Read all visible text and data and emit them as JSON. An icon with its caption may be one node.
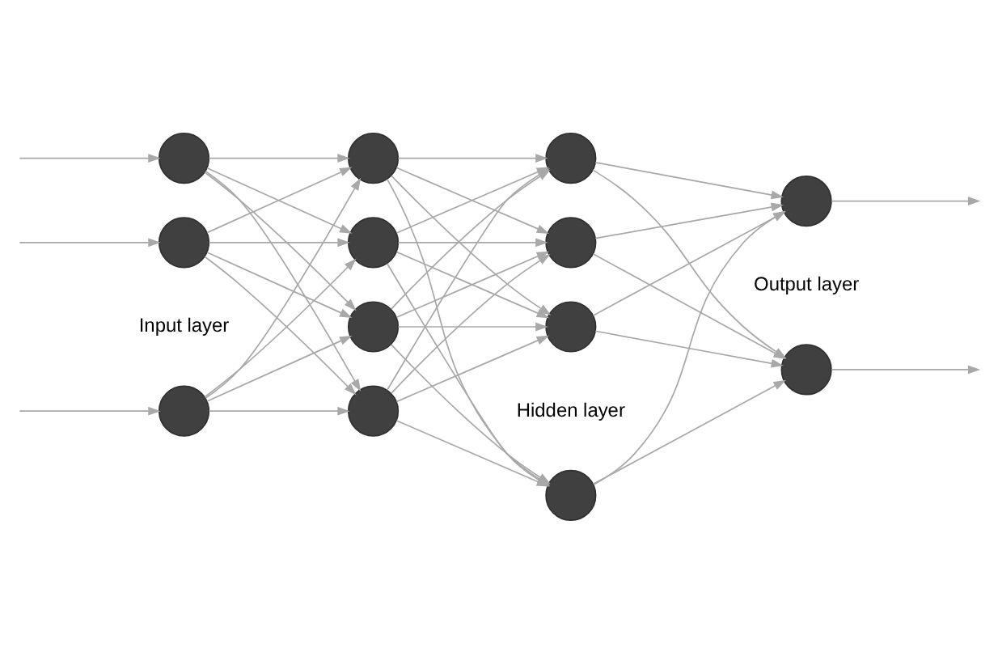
{
  "diagram": {
    "nodes": [
      {
        "text": [],
        "shape": "circle"
      },
      {
        "text": [],
        "shape": "circle"
      },
      {
        "text": [],
        "shape": "circle"
      },
      {
        "text": [],
        "shape": "circle"
      },
      {
        "text": [],
        "shape": "circle"
      },
      {
        "text": [],
        "shape": "circle"
      },
      {
        "text": [],
        "shape": "circle"
      },
      {
        "text": [],
        "shape": "circle"
      },
      {
        "text": [],
        "shape": "circle"
      },
      {
        "text": [],
        "shape": "circle"
      },
      {
        "text": [],
        "shape": "circle"
      },
      {
        "text": [],
        "shape": "circle"
      },
      {
        "text": [],
        "shape": "circle"
      }
    ],
    "edges": [
      {
        "from": null,
        "to": 0,
        "arrow": "to"
      },
      {
        "from": null,
        "to": 1,
        "arrow": "to"
      },
      {
        "from": null,
        "to": 2,
        "arrow": "to"
      },
      {
        "from": 0,
        "to": 3,
        "arrow": "to"
      },
      {
        "from": 0,
        "to": 4,
        "arrow": "to"
      },
      {
        "from": 0,
        "to": 5,
        "arrow": "to"
      },
      {
        "from": 0,
        "to": 6,
        "arrow": "to"
      },
      {
        "from": 1,
        "to": 3,
        "arrow": "to"
      },
      {
        "from": 1,
        "to": 4,
        "arrow": "to"
      },
      {
        "from": 1,
        "to": 5,
        "arrow": "to"
      },
      {
        "from": 1,
        "to": 6,
        "arrow": "to"
      },
      {
        "from": 2,
        "to": 3,
        "arrow": "to"
      },
      {
        "from": 2,
        "to": 4,
        "arrow": "to"
      },
      {
        "from": 2,
        "to": 5,
        "arrow": "to"
      },
      {
        "from": 2,
        "to": 6,
        "arrow": "to"
      },
      {
        "from": 3,
        "to": 7,
        "arrow": "to"
      },
      {
        "from": 3,
        "to": 8,
        "arrow": "to"
      },
      {
        "from": 3,
        "to": 9,
        "arrow": "to"
      },
      {
        "from": 3,
        "to": 10,
        "arrow": "to"
      },
      {
        "from": 4,
        "to": 7,
        "arrow": "to"
      },
      {
        "from": 4,
        "to": 8,
        "arrow": "to"
      },
      {
        "from": 4,
        "to": 9,
        "arrow": "to"
      },
      {
        "from": 4,
        "to": 10,
        "arrow": "to"
      },
      {
        "from": 5,
        "to": 7,
        "arrow": "to"
      },
      {
        "from": 5,
        "to": 8,
        "arrow": "to"
      },
      {
        "from": 5,
        "to": 9,
        "arrow": "to"
      },
      {
        "from": 5,
        "to": 10,
        "arrow": "to"
      },
      {
        "from": 6,
        "to": 7,
        "arrow": "to"
      },
      {
        "from": 6,
        "to": 8,
        "arrow": "to"
      },
      {
        "from": 6,
        "to": 9,
        "arrow": "to"
      },
      {
        "from": 6,
        "to": 10,
        "arrow": "to"
      },
      {
        "from": 7,
        "to": 11,
        "arrow": "to"
      },
      {
        "from": 7,
        "to": 12,
        "arrow": "to"
      },
      {
        "from": 8,
        "to": 11,
        "arrow": "to"
      },
      {
        "from": 8,
        "to": 12,
        "arrow": "to"
      },
      {
        "from": 9,
        "to": 11,
        "arrow": "to"
      },
      {
        "from": 9,
        "to": 12,
        "arrow": "to"
      },
      {
        "from": 10,
        "to": 11,
        "arrow": "to"
      },
      {
        "from": 10,
        "to": 12,
        "arrow": "to"
      },
      {
        "from": 11,
        "to": null,
        "arrow": "to"
      },
      {
        "from": 12,
        "to": null,
        "arrow": "to"
      }
    ],
    "labels": [
      "Input layer",
      "Hidden layer",
      "Output layer"
    ]
  }
}
